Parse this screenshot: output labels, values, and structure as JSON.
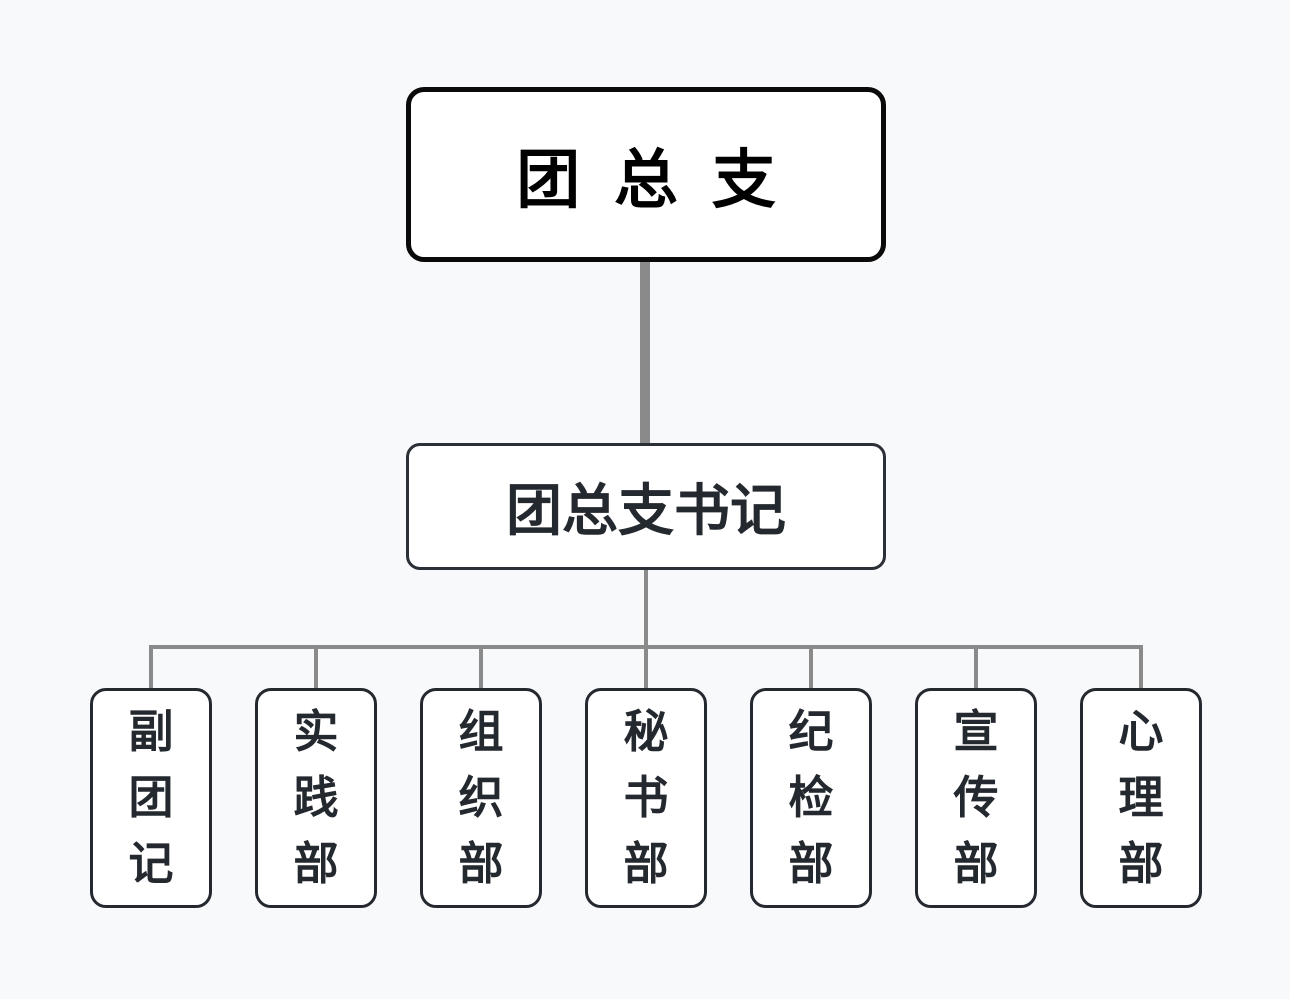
{
  "chart": {
    "type": "org-chart",
    "root": {
      "label": "团 总 支"
    },
    "secretary": {
      "label": "团总支书记"
    },
    "departments": [
      {
        "label": "副团记"
      },
      {
        "label": "实践部"
      },
      {
        "label": "组织部"
      },
      {
        "label": "秘书部"
      },
      {
        "label": "纪检部"
      },
      {
        "label": "宣传部"
      },
      {
        "label": "心理部"
      }
    ]
  },
  "colors": {
    "background": "#f8f9fa",
    "box_fill": "#ffffff",
    "root_border": "#0a0a0a",
    "root_text": "#000000",
    "node_border": "#24292f",
    "node_text": "#24292f",
    "connector": "#8a8a8a"
  }
}
